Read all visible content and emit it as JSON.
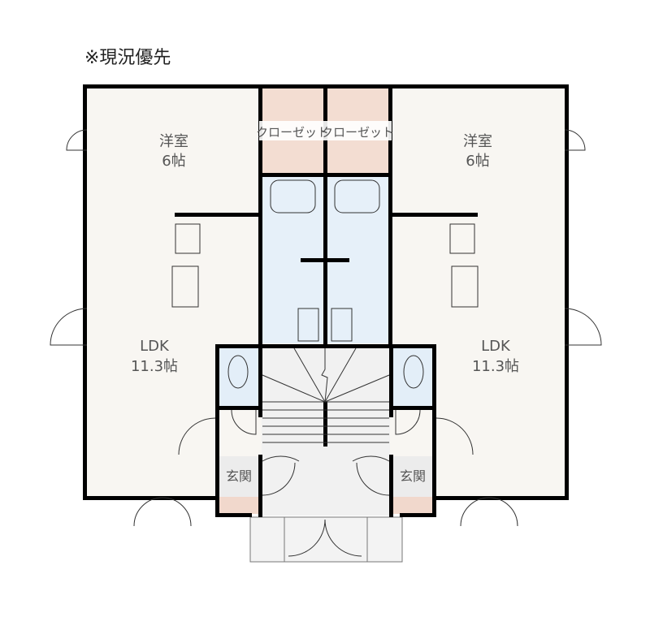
{
  "note": "※現況優先",
  "units": [
    {
      "bedroom": {
        "name": "洋室",
        "size": "6帖"
      },
      "closet": "クローゼット",
      "ldk": {
        "name": "LDK",
        "size": "11.3帖"
      },
      "entrance": "玄関"
    },
    {
      "bedroom": {
        "name": "洋室",
        "size": "6帖"
      },
      "closet": "クローゼット",
      "ldk": {
        "name": "LDK",
        "size": "11.3帖"
      },
      "entrance": "玄関"
    }
  ],
  "colors": {
    "room": "#f8f6f2",
    "wet": "#e3eef8",
    "closet": "#f3ddd2",
    "wall": "#000000",
    "common": "#f2f2f2"
  }
}
